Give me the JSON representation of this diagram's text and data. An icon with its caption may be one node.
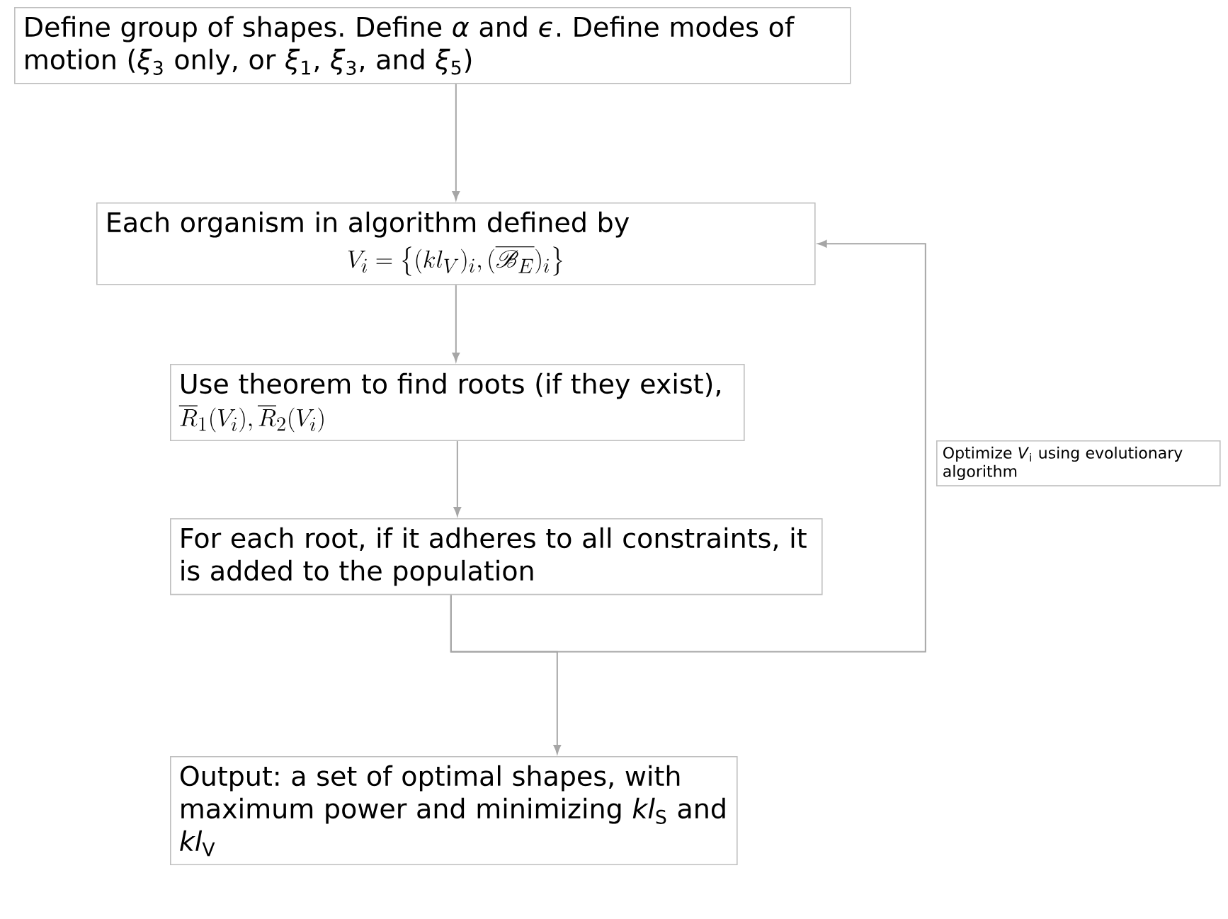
{
  "diagram": {
    "nodes": [
      {
        "text": [
          "Define group of shapes. Define *α* and *ϵ*. Define modes of motion (*ξ*$_{3}$ only, or *ξ*$_{1}$, *ξ*$_{3}$, and *ξ*$_{5}$)"
        ]
      },
      {
        "text": [
          "Each organism in algorithm defined by",
          "V_i = \\big\\{(kl_V)_i, (\\overline{\\mathscr{B}_E})_i\\big\\}"
        ]
      },
      {
        "text": [
          "Use theorem to find roots (if they exist),",
          "\\overline{R}_1(V_i), \\overline{R}_2(V_i)"
        ]
      },
      {
        "text": [
          "For each root, if it adheres to all constraints, it is added to the population"
        ]
      },
      {
        "text": [
          "Output: a set of optimal shapes, with maximum power and minimizing *kl*$_{S}$ and *kl*$_{V}$"
        ]
      },
      {
        "text": [
          "Optimize *V*$_{i}$ using evolutionary algorithm"
        ]
      }
    ],
    "edges": [
      {
        "from": 0,
        "to": 1,
        "arrow": "to"
      },
      {
        "from": 1,
        "to": 2,
        "arrow": "to"
      },
      {
        "from": 2,
        "to": 3,
        "arrow": "to"
      },
      {
        "from": 3,
        "to": 4,
        "arrow": "to"
      },
      {
        "from": 3,
        "to": 1,
        "arrow": "to"
      }
    ]
  }
}
